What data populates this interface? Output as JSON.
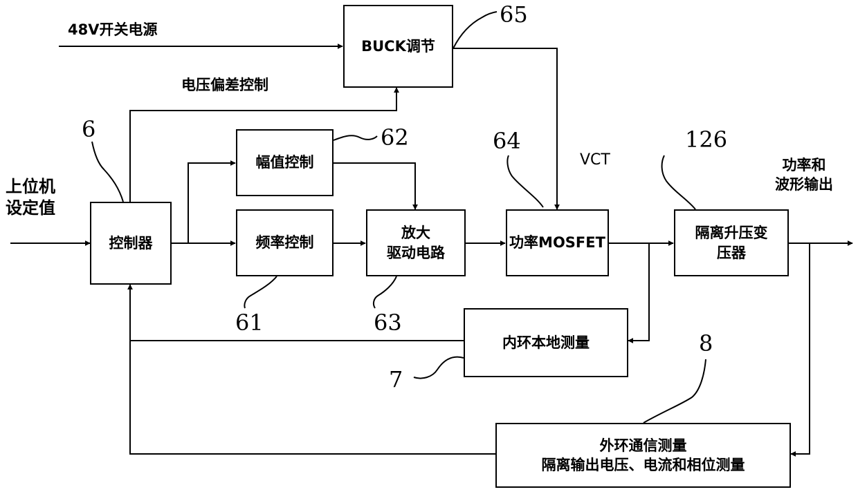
{
  "blocks": {
    "buck": "BUCK调节",
    "controller": "控制器",
    "amplitude": "幅值控制",
    "frequency": "频率控制",
    "amplifier": "放大\n驱动电路",
    "mosfet": "功率MOSFET",
    "transformer": "隔离升压变\n压器",
    "inner_loop": "内环本地测量",
    "outer_loop": "外环通信测量\n隔离输出电压、电流和相位测量"
  },
  "labels": {
    "power_supply": "48V开关电源",
    "voltage_bias": "电压偏差控制",
    "host_setpoint": "上位机\n设定值",
    "vct": "VCT",
    "output": "功率和\n波形输出"
  },
  "ref_numbers": {
    "buck": "65",
    "controller": "6",
    "amplitude": "62",
    "frequency": "61",
    "amplifier": "63",
    "mosfet": "64",
    "transformer": "126",
    "inner_loop": "7",
    "outer_loop": "8"
  }
}
